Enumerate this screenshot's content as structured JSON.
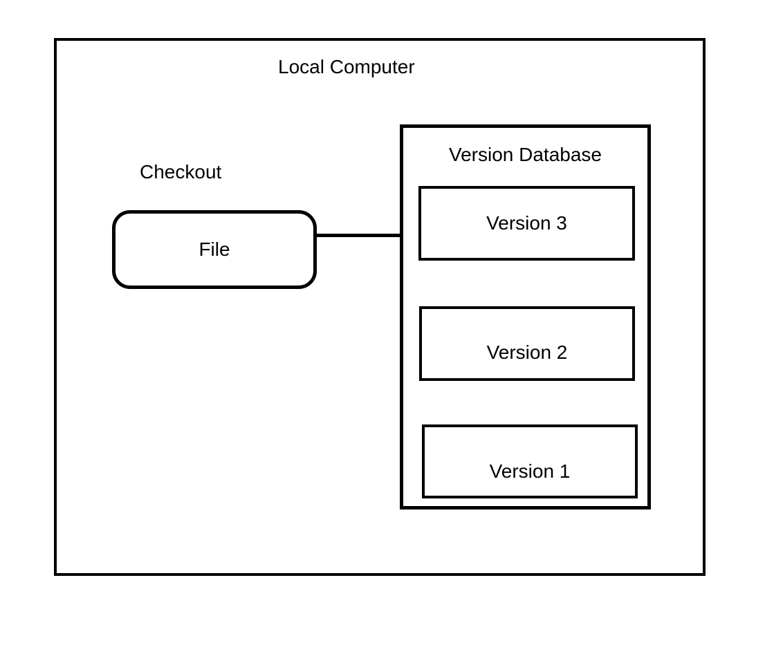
{
  "diagram": {
    "outer": {
      "label": "Local Computer"
    },
    "checkout": {
      "label": "Checkout"
    },
    "file_node": {
      "label": "File"
    },
    "version_database": {
      "label": "Version Database",
      "versions": [
        {
          "label": "Version 3"
        },
        {
          "label": "Version 2"
        },
        {
          "label": "Version 1"
        }
      ]
    },
    "connector": {
      "from": "File",
      "to": "Version 3",
      "style": "solid-line"
    },
    "colors": {
      "stroke": "#000000",
      "background": "#ffffff",
      "text": "#000000"
    }
  }
}
